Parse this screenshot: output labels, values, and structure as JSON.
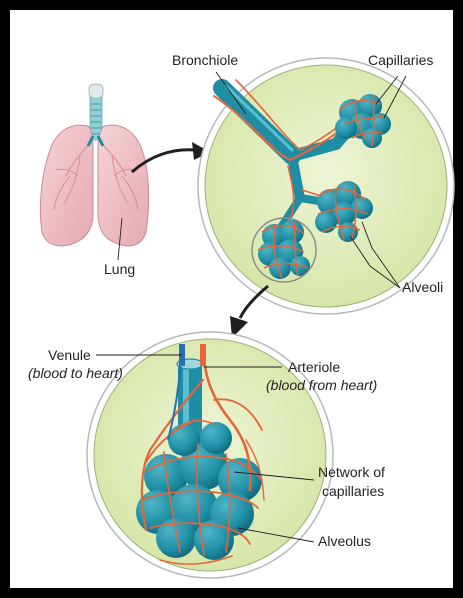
{
  "labels": {
    "bronchiole": "Bronchiole",
    "capillaries": "Capillaries",
    "lung": "Lung",
    "alveoli": "Alveoli",
    "venule": "Venule",
    "venule_note": "(blood to heart)",
    "arteriole": "Arteriole",
    "arteriole_note": "(blood from heart)",
    "network_line1": "Network of",
    "network_line2": "capillaries",
    "alveolus": "Alveolus"
  },
  "colors": {
    "frame": "#000000",
    "background": "#ffffff",
    "lens_fill": "#e2edc0",
    "airway": "#1f8ea4",
    "capillary": "#e4663a",
    "lung_tissue": "#edbcc2",
    "trachea": "#8fd1d6"
  }
}
